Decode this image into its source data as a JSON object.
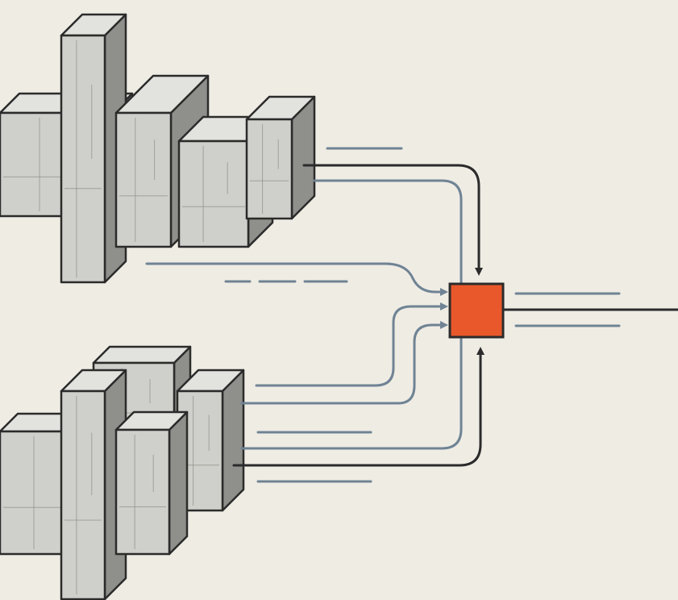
{
  "palette": {
    "background": "#efece4",
    "block_front": "#cfcfcb",
    "block_top": "#e2e2de",
    "block_side": "#8f8f8b",
    "outline": "#2b2b2b",
    "dark_wire": "#2b2b2b",
    "light_wire": "#6f8394",
    "node": "#e8582a"
  },
  "diagram": {
    "kind": "two stacks of 3D blocks feeding a single merge node",
    "block_groups": [
      {
        "id": "upper-block-stack"
      },
      {
        "id": "lower-block-stack"
      }
    ],
    "merge_node": {
      "shape": "square"
    },
    "output": {
      "shape": "single line"
    }
  }
}
